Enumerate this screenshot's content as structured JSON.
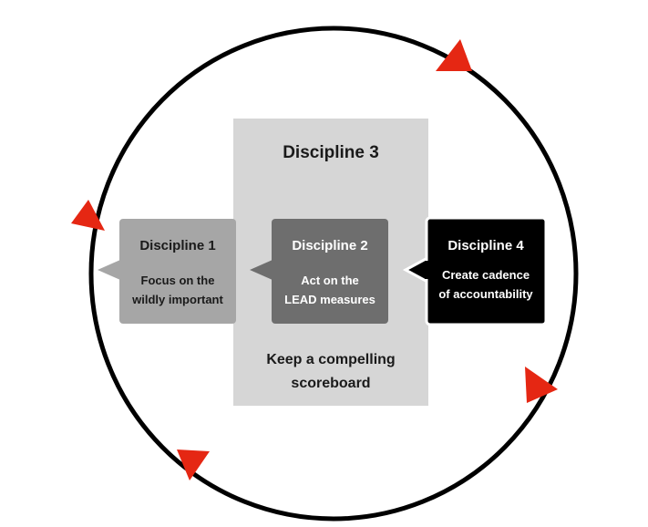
{
  "colors": {
    "circle": "#000000",
    "arrow": "#e52713",
    "panel": "#d6d6d6",
    "box1": "#a6a6a6",
    "box2": "#6e6e6e",
    "box4": "#000000",
    "box_text": "#ffffff",
    "box1_text": "#1a1a1a",
    "panel_text": "#1a1a1a"
  },
  "discipline3": {
    "title": "Discipline 3",
    "caption_line1": "Keep a compelling",
    "caption_line2": "scoreboard"
  },
  "discipline1": {
    "title": "Discipline 1",
    "line1": "Focus on the",
    "line2": "wildly important"
  },
  "discipline2": {
    "title": "Discipline 2",
    "line1": "Act on the",
    "line2": "LEAD measures"
  },
  "discipline4": {
    "title": "Discipline 4",
    "line1": "Create cadence",
    "line2": "of accountability"
  },
  "cycle_arrows": [
    "arrow-top-right",
    "arrow-right",
    "arrow-bottom-left",
    "arrow-left"
  ]
}
